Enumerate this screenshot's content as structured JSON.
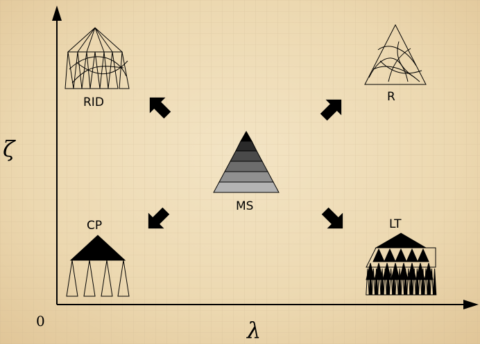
{
  "axes": {
    "x_label": "λ",
    "y_label": "ζ",
    "origin_label": "0"
  },
  "nodes": {
    "rid": "RID",
    "r": "R",
    "ms": "MS",
    "cp": "CP",
    "lt": "LT"
  },
  "colors": {
    "paper": "#efdcb6",
    "paper_dark": "#e2c89c",
    "grid": "#c9b48f",
    "ink": "#000000"
  },
  "icons": {
    "arrow_up_left": "arrow-up-left-icon",
    "arrow_up_right": "arrow-up-right-icon",
    "arrow_down_left": "arrow-down-left-icon",
    "arrow_down_right": "arrow-down-right-icon"
  }
}
